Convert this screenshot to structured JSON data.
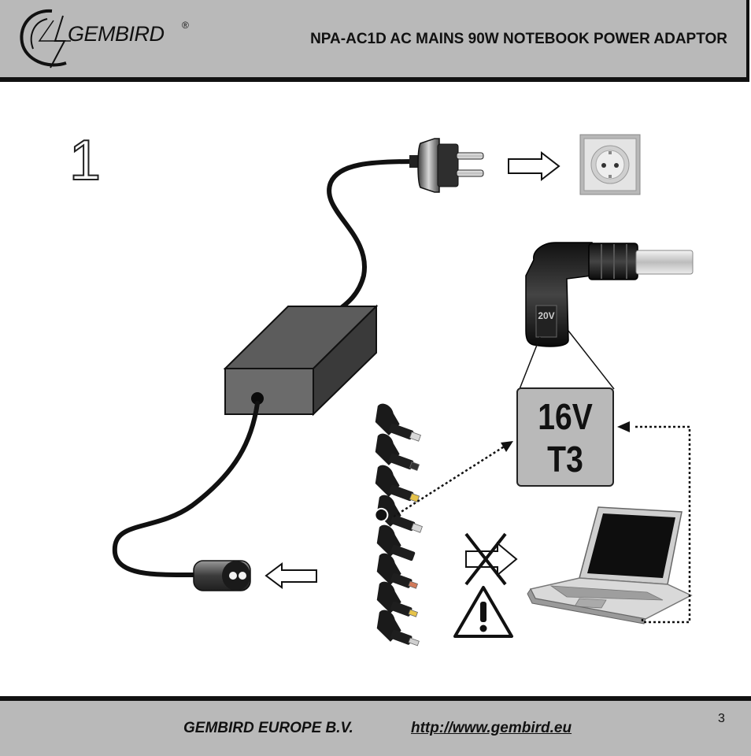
{
  "header": {
    "brand": "GEMBIRD",
    "registered_mark": "®",
    "title": "NPA-AC1D AC MAINS 90W NOTEBOOK POWER ADAPTOR"
  },
  "step": {
    "number": "1"
  },
  "tip_label": {
    "voltage": "16V",
    "tip": "T3",
    "tip_marking": "20V"
  },
  "footer": {
    "company": "GEMBIRD EUROPE B.V.",
    "url": "http://www.gembird.eu",
    "page_number": "3"
  },
  "icons": {
    "logo": "gembird-logo-icon",
    "plug": "mains-plug-icon",
    "socket": "wall-socket-icon",
    "warning": "warning-triangle-icon"
  },
  "colors": {
    "band": "#b9b9b9",
    "adapter_body": "#6b6b6b",
    "cable": "#111111"
  }
}
